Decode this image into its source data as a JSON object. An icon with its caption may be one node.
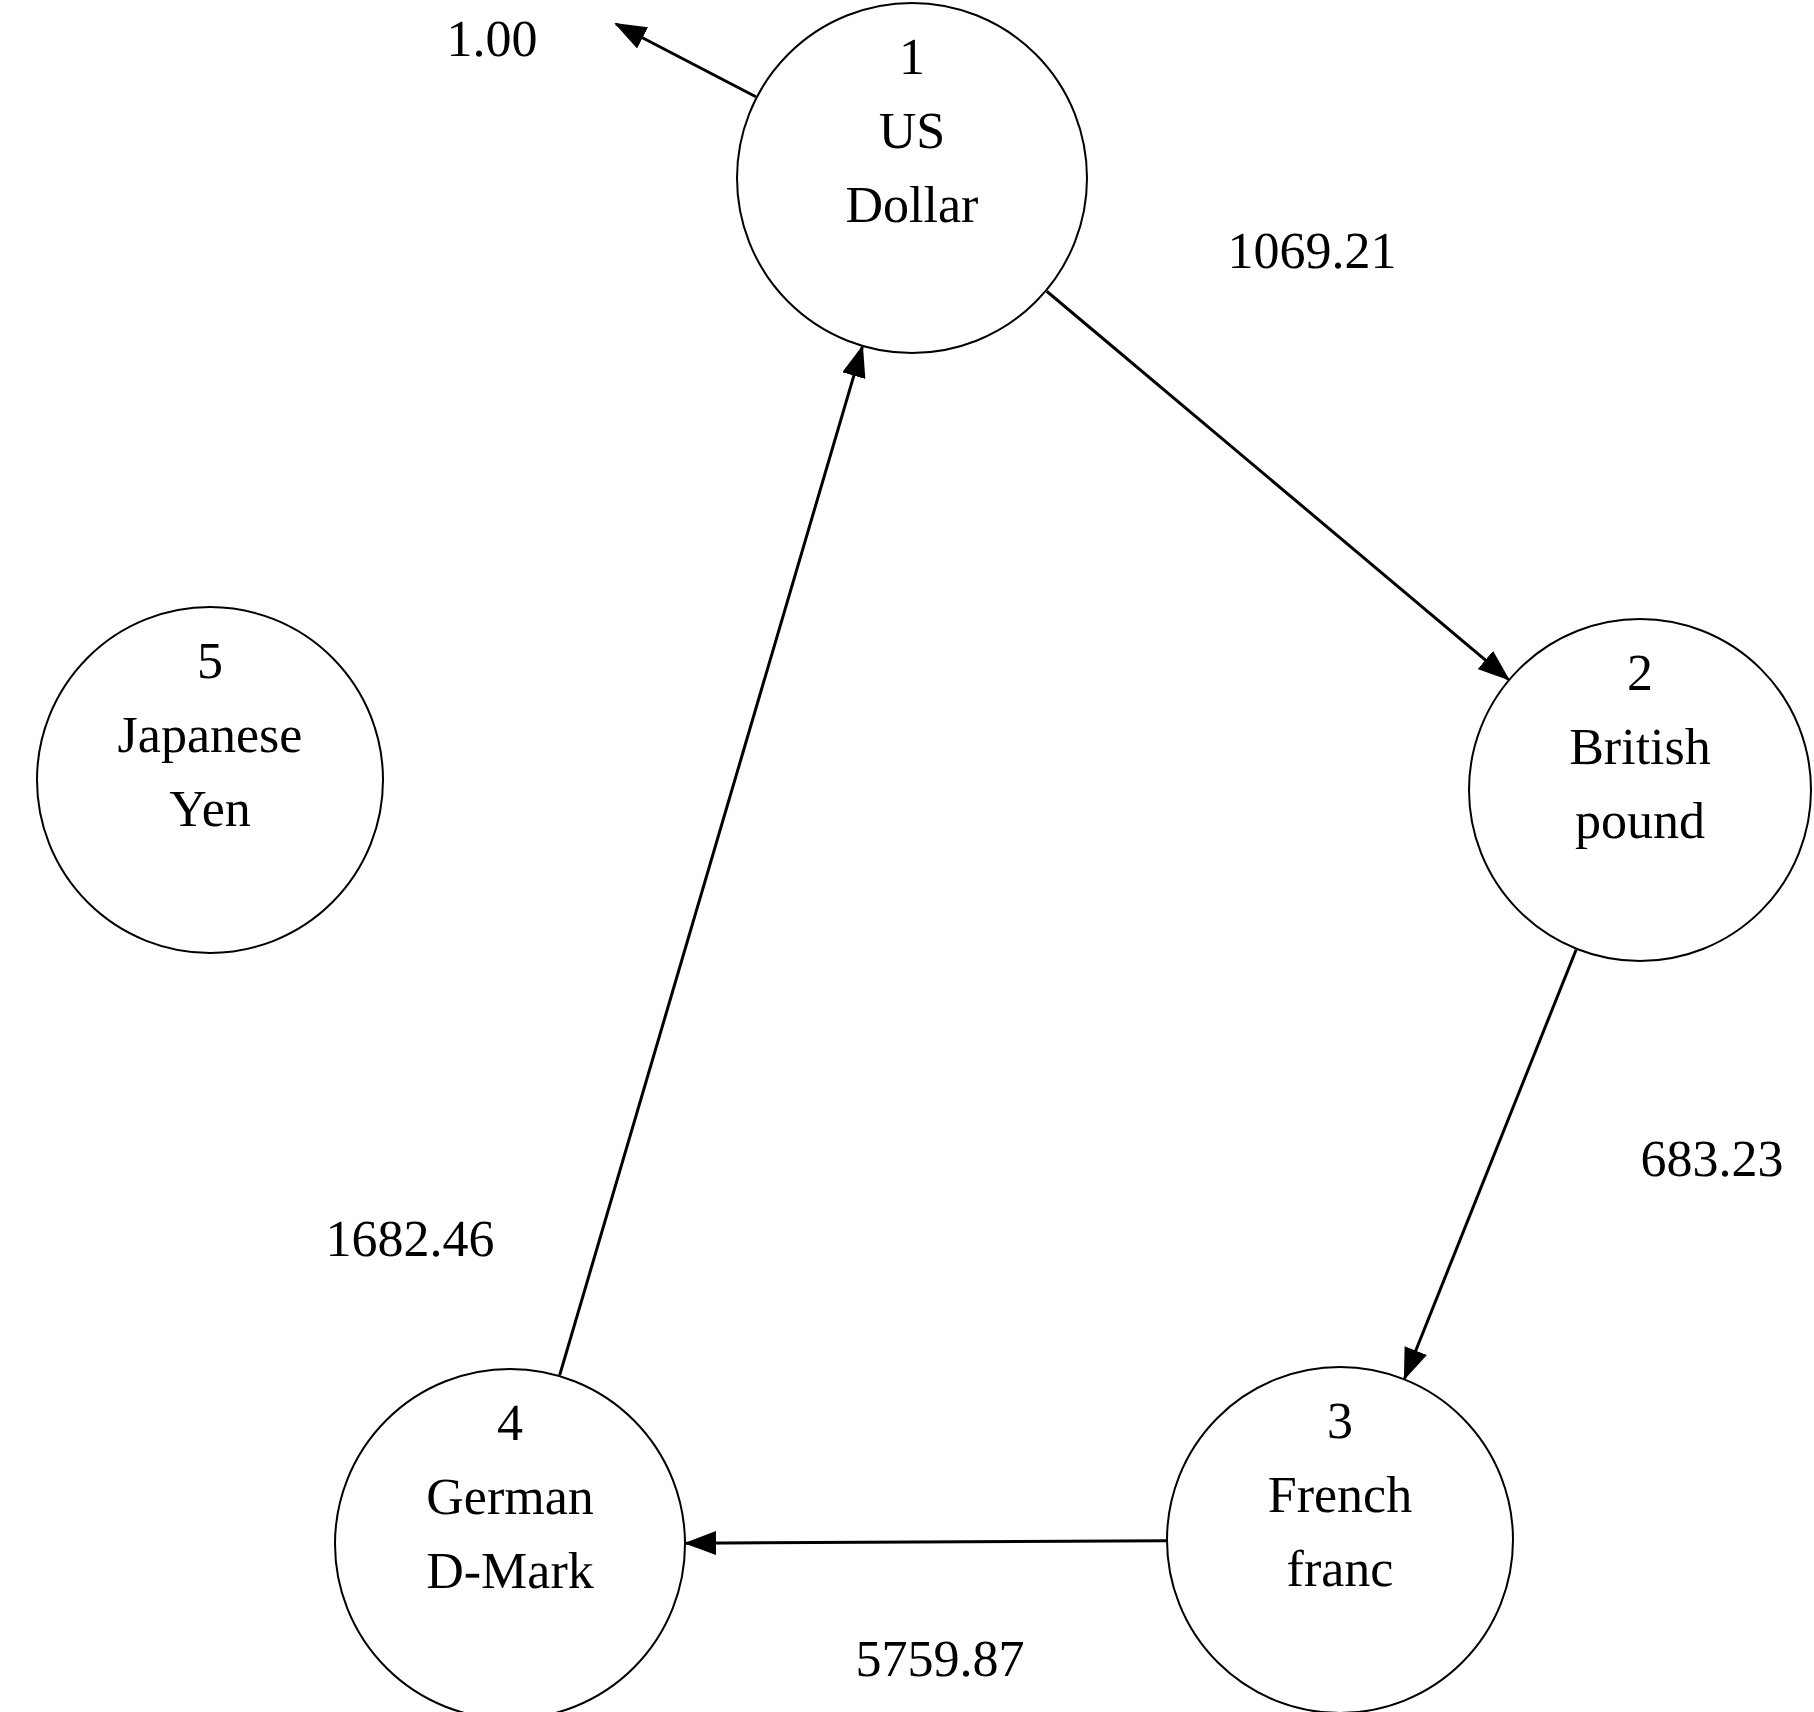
{
  "diagram": {
    "nodes": [
      {
        "text": [
          "1",
          "US Dollar"
        ]
      },
      {
        "text": [
          "2",
          "British pound"
        ]
      },
      {
        "text": [
          "3",
          "French franc"
        ]
      },
      {
        "text": [
          "4",
          "German D-Mark"
        ]
      },
      {
        "text": [
          "5",
          "Japanese Yen"
        ]
      }
    ],
    "edges": [
      {
        "from": 0,
        "to": null,
        "arrow": "to",
        "label": "1.00"
      },
      {
        "from": 0,
        "to": 1,
        "arrow": "to",
        "label": "1069.21"
      },
      {
        "from": 1,
        "to": 2,
        "arrow": "to",
        "label": "683.23"
      },
      {
        "from": 2,
        "to": 3,
        "arrow": "to",
        "label": "5759.87"
      },
      {
        "from": 3,
        "to": 0,
        "arrow": "to",
        "label": "1682.46"
      }
    ]
  }
}
